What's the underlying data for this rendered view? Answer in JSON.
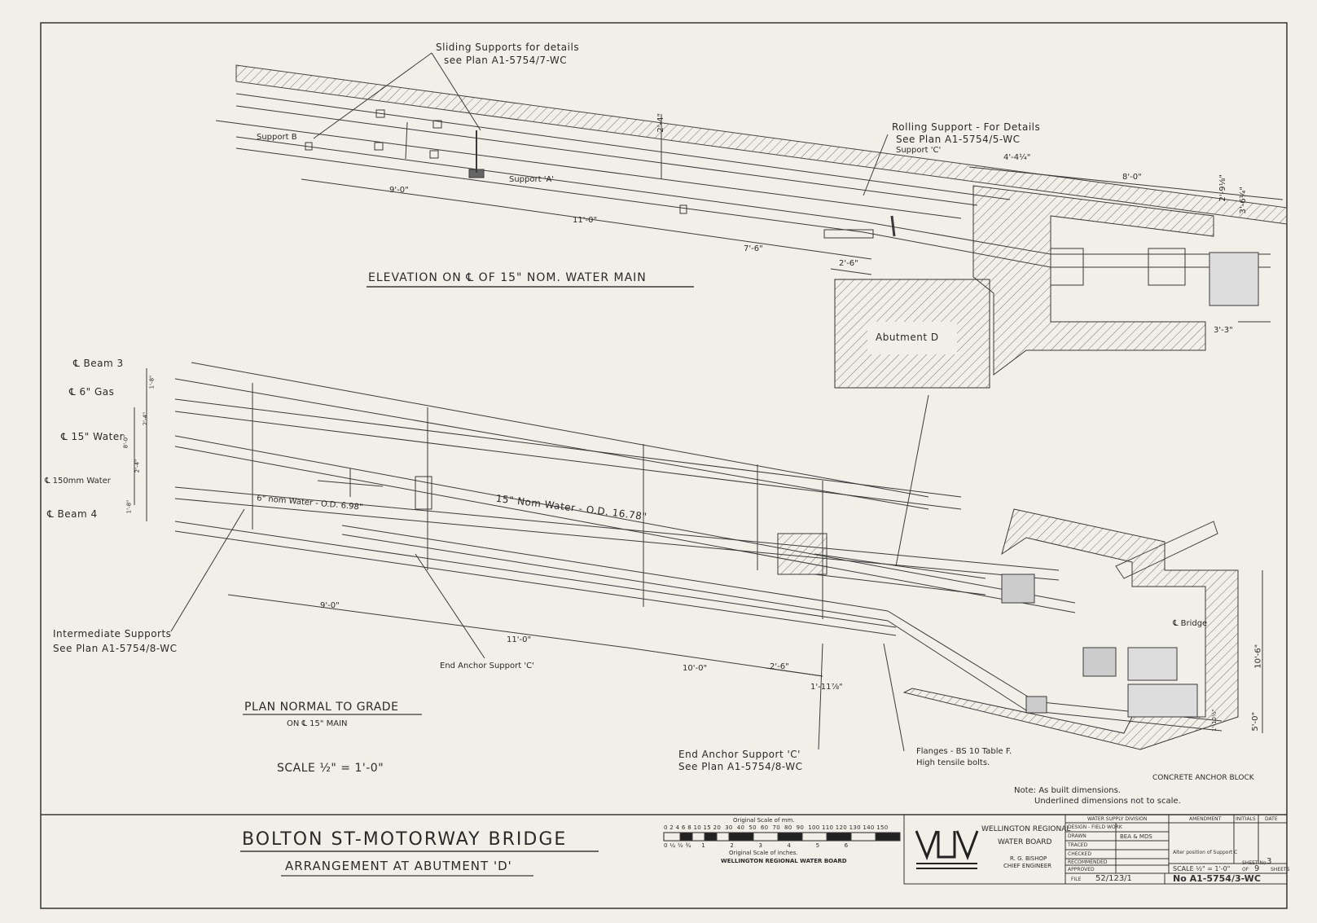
{
  "drawing": {
    "title_main": "BOLTON ST-MOTORWAY BRIDGE",
    "title_sub": "ARRANGEMENT AT ABUTMENT 'D'",
    "elevation_title": "ELEVATION ON ℄ OF 15\" NOM. WATER MAIN",
    "plan_title": "PLAN NORMAL TO GRADE",
    "plan_subtitle": "ON ℄ 15\" MAIN",
    "scale_note": "SCALE ½\" = 1'-0\"",
    "note_line1": "Note: As built dimensions.",
    "note_line2": "Underlined dimensions not to scale."
  },
  "annotations": {
    "sliding_supports_1": "Sliding Supports for details",
    "sliding_supports_2": "see Plan A1-5754/7-WC",
    "support_b": "Support B",
    "support_a": "Support 'A'",
    "rolling_1": "Rolling Support - For Details",
    "rolling_2": "See Plan A1-5754/5-WC",
    "rolling_3": "Support 'C'",
    "abutment": "Abutment D",
    "beam3": "℄ Beam 3",
    "gas": "℄ 6\" Gas",
    "water15": "℄ 15\" Water",
    "water150": "℄ 150mm Water",
    "beam4": "℄ Beam 4",
    "water_nom": "15\" Nom Water - O.D. 16.78\"",
    "water_6nom": "6\" nom Water - O.D. 6.98\"",
    "intermediate_1": "Intermediate Supports",
    "intermediate_2": "See Plan A1-5754/8-WC",
    "end_anchor": "End Anchor Support 'C'",
    "end_anchor_2a": "End Anchor Support 'C'",
    "end_anchor_2b": "See Plan A1-5754/8-WC",
    "flanges_1": "Flanges - BS 10 Table F.",
    "flanges_2": "High tensile bolts.",
    "bridge": "℄ Bridge",
    "concrete": "CONCRETE ANCHOR BLOCK"
  },
  "dimensions": {
    "d_2_4": "2'-4\"",
    "d_9_0_top": "9'-0\"",
    "d_11_0_top": "11'-0\"",
    "d_7_6": "7'-6\"",
    "d_2_6_top": "2'-6\"",
    "d_4_4": "4'-4¼\"",
    "d_8_0": "8'-0\"",
    "d_2_9": "2'-9⅛\"",
    "d_3_6": "3'-6¼\"",
    "d_3_3": "3'-3\"",
    "d_1_8a": "1'-8\"",
    "d_2_4b": "2'-4\"",
    "d_8_0b": "8'-0\"",
    "d_2_4c": "2'-4\"",
    "d_1_8b": "1'-8\"",
    "d_9_0_bot": "9'-0\"",
    "d_11_0_bot": "11'-0\"",
    "d_10_0": "10'-0\"",
    "d_2_6_bot": "2'-6\"",
    "d_1_11": "1'-11⅞\"",
    "d_10_6": "10'-6\"",
    "d_5_0": "5'-0\"",
    "d_1_10": "1'-10½\""
  },
  "scale_bar": {
    "mm_label": "Original Scale of mm.",
    "mm_ticks": [
      "0",
      "2",
      "4",
      "6",
      "8",
      "10",
      "15",
      "20",
      "30",
      "40",
      "50",
      "60",
      "70",
      "80",
      "90",
      "100",
      "110",
      "120",
      "130",
      "140",
      "150"
    ],
    "in_label": "Original Scale of inches.",
    "in_ticks": [
      "0",
      "¼",
      "½",
      "¾",
      "1",
      "2",
      "3",
      "4",
      "5",
      "6"
    ],
    "board": "WELLINGTON REGIONAL WATER BOARD"
  },
  "title_block": {
    "org_line1": "WELLINGTON REGIONAL",
    "org_line2": "WATER BOARD",
    "engineer_name": "R. G. BISHOP",
    "engineer_title": "CHIEF ENGINEER",
    "division": "WATER SUPPLY DIVISION",
    "amendment": "AMENDMENT",
    "initials": "INITIALS",
    "date": "DATE",
    "rows": [
      "DESIGN - FIELD WORK",
      "DRAWN",
      "TRACED",
      "CHECKED",
      "RECOMMENDED",
      "APPROVED"
    ],
    "drawn_by": "BEA & MDS",
    "amend_text": "Alter position of Support C",
    "scale": "SCALE ½\" = 1'-0\"",
    "sheet_no": "3",
    "sheet_of": "9",
    "sheet_label": "SHEET No",
    "of_label": "OF",
    "sheets_label": "SHEETS",
    "file_label": "FILE",
    "file_no": "52/123/1",
    "drawing_no": "No A1-5754/3-WC"
  },
  "colors": {
    "paper": "#f2efe8",
    "ink": "#2a2a2a"
  }
}
